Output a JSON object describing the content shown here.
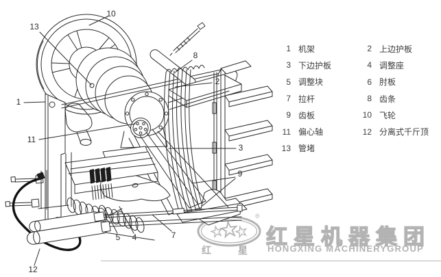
{
  "diagram": {
    "title_hint": "jaw-crusher-parts-diagram",
    "callouts": {
      "n1": "1",
      "n2": "2",
      "n3": "3",
      "n4": "4",
      "n5": "5",
      "n7": "7",
      "n8": "8",
      "n9": "9",
      "n10": "10",
      "n11": "11",
      "n12": "12",
      "n13": "13"
    }
  },
  "legend": {
    "items": [
      {
        "num": "1",
        "label": "机架"
      },
      {
        "num": "2",
        "label": "上边护板"
      },
      {
        "num": "3",
        "label": "下边护板"
      },
      {
        "num": "4",
        "label": "调整座"
      },
      {
        "num": "5",
        "label": "调整块"
      },
      {
        "num": "6",
        "label": "肘板"
      },
      {
        "num": "7",
        "label": "拉杆"
      },
      {
        "num": "8",
        "label": "齿条"
      },
      {
        "num": "9",
        "label": "齿板"
      },
      {
        "num": "10",
        "label": "飞轮"
      },
      {
        "num": "11",
        "label": "偏心轴"
      },
      {
        "num": "12",
        "label": "分离式千斤顶"
      },
      {
        "num": "13",
        "label": "管堵"
      }
    ]
  },
  "logo": {
    "zh": "红星机器集团",
    "en": "HONGXING MACHINERYGROUP",
    "badge_left": "红",
    "badge_right": "星",
    "registered": "®"
  },
  "colors": {
    "line": "#2b2b2b",
    "logo_gray": "#b3b3b3",
    "legend_text": "#3c3c3c"
  }
}
